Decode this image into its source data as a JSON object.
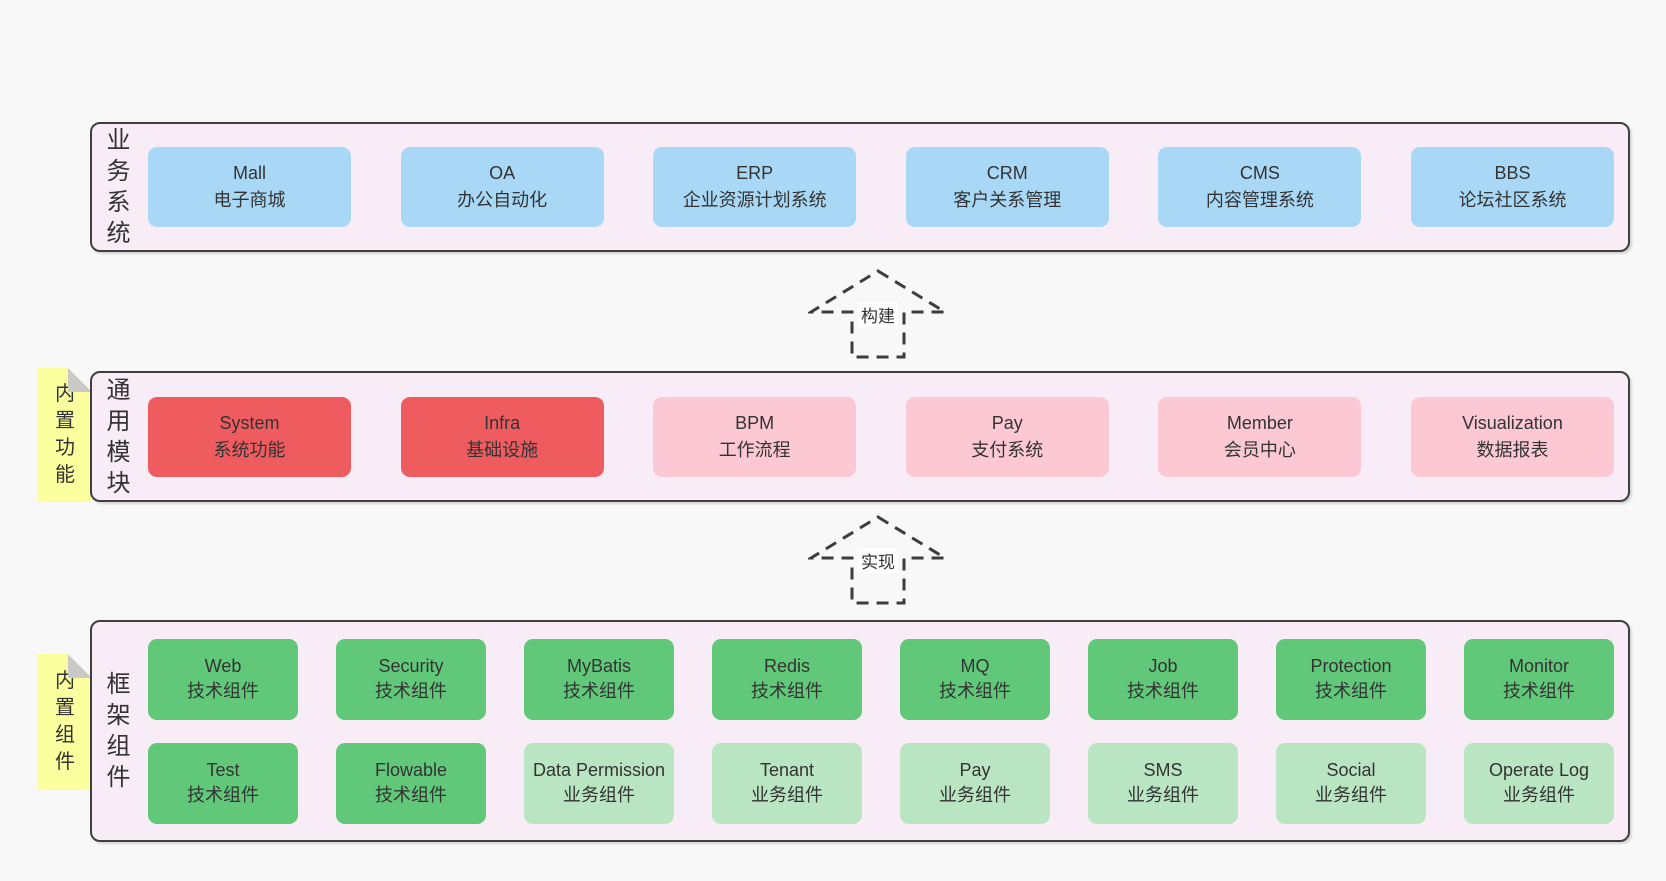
{
  "colors": {
    "page_bg": "#f8f8f8",
    "layer_bg": "#f8edf6",
    "layer_border": "#3f3f3f",
    "box_blue": "#a9d8f6",
    "box_red": "#ee5c5f",
    "box_pink": "#fbc8d3",
    "box_green_dark": "#61c87a",
    "box_green_light": "#b9e5c2",
    "tag_yellow": "#fcff9e",
    "tag_fold_gray": "#c9c9c9",
    "text": "#333333"
  },
  "arrows": [
    {
      "label": "构建"
    },
    {
      "label": "实现"
    }
  ],
  "layers": [
    {
      "label": "业务系统",
      "boxes": [
        {
          "en": "Mall",
          "zh": "电子商城"
        },
        {
          "en": "OA",
          "zh": "办公自动化"
        },
        {
          "en": "ERP",
          "zh": "企业资源计划系统"
        },
        {
          "en": "CRM",
          "zh": "客户关系管理"
        },
        {
          "en": "CMS",
          "zh": "内容管理系统"
        },
        {
          "en": "BBS",
          "zh": "论坛社区系统"
        }
      ]
    },
    {
      "label": "通用模块",
      "tag": "内置功能",
      "boxes": [
        {
          "en": "System",
          "zh": "系统功能"
        },
        {
          "en": "Infra",
          "zh": "基础设施"
        },
        {
          "en": "BPM",
          "zh": "工作流程"
        },
        {
          "en": "Pay",
          "zh": "支付系统"
        },
        {
          "en": "Member",
          "zh": "会员中心"
        },
        {
          "en": "Visualization",
          "zh": "数据报表"
        }
      ]
    },
    {
      "label": "框架组件",
      "tag": "内置组件",
      "rows": [
        [
          {
            "en": "Web",
            "zh": "技术组件"
          },
          {
            "en": "Security",
            "zh": "技术组件"
          },
          {
            "en": "MyBatis",
            "zh": "技术组件"
          },
          {
            "en": "Redis",
            "zh": "技术组件"
          },
          {
            "en": "MQ",
            "zh": "技术组件"
          },
          {
            "en": "Job",
            "zh": "技术组件"
          },
          {
            "en": "Protection",
            "zh": "技术组件"
          },
          {
            "en": "Monitor",
            "zh": "技术组件"
          }
        ],
        [
          {
            "en": "Test",
            "zh": "技术组件"
          },
          {
            "en": "Flowable",
            "zh": "技术组件"
          },
          {
            "en": "Data Permission",
            "zh": "业务组件"
          },
          {
            "en": "Tenant",
            "zh": "业务组件"
          },
          {
            "en": "Pay",
            "zh": "业务组件"
          },
          {
            "en": "SMS",
            "zh": "业务组件"
          },
          {
            "en": "Social",
            "zh": "业务组件"
          },
          {
            "en": "Operate Log",
            "zh": "业务组件"
          }
        ]
      ]
    }
  ]
}
